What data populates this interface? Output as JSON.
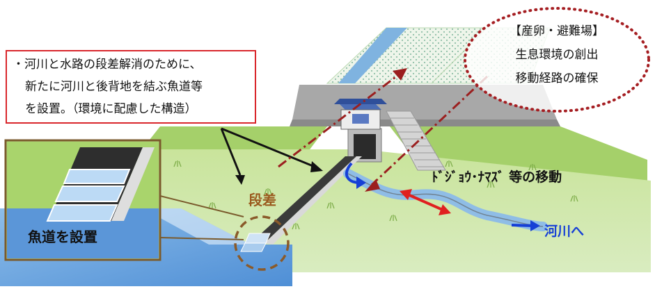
{
  "callout": {
    "lines": [
      "・河川と水路の段差解消のために、",
      "新たに河川と後背地を結ぶ魚道等",
      "を設置。（環境に配慮した構造）"
    ]
  },
  "ellipse": {
    "lines": [
      "【産卵・避難場】",
      "生息環境の創出",
      "移動経路の確保"
    ]
  },
  "labels": {
    "step": "段差",
    "fishway": "魚道を設置",
    "movement": "ﾄﾞｼﾞｮｳ･ﾅﾏｽﾞ 等の移動",
    "to_river": "河川へ"
  },
  "colors": {
    "callout_border": "#d9262b",
    "ellipse_dots": "#a51e22",
    "step_label": "#9a5a1e",
    "inset_border": "#7a5a2c",
    "blue_arrow": "#1640d6",
    "red_arrow": "#e02020",
    "dash_arrow": "#9b1f1f",
    "grass": "#a9d26a",
    "water": "#5b96d8"
  }
}
